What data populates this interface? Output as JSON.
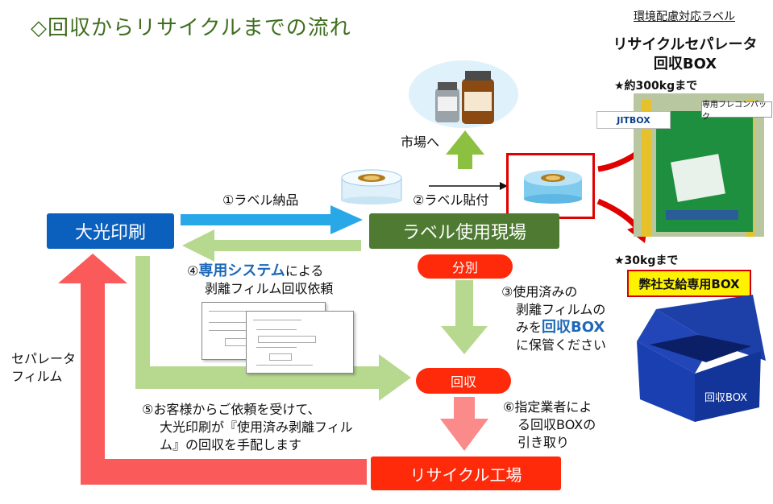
{
  "title": "◇回収からリサイクルまでの流れ",
  "topright": "環境配慮対応ラベル",
  "separator_title": "リサイクルセパレータ\n回収BOX",
  "stars": {
    "large": "★約300kgまで",
    "small": "★30kgまで"
  },
  "photo_labels": {
    "jitbox": "JITBOX",
    "flecon": "専用フレコンバック"
  },
  "box_label": "弊社支給専用BOX",
  "nodes": {
    "printer": "大光印刷",
    "site": "ラベル使用現場",
    "sort": "分別",
    "collect": "回収",
    "factory": "リサイクル工場"
  },
  "labels": {
    "market": "市場へ",
    "delivery": "①ラベル納品",
    "affix": "②ラベル貼付",
    "step3": [
      "③使用済みの",
      "剥離フィルムの",
      "みを",
      "回収BOX",
      "に保管ください"
    ],
    "step4": [
      "④",
      "専用システム",
      "による",
      "剥離フィルム回収依頼"
    ],
    "step5": [
      "⑤お客様からご依頼を受けて、",
      "大光印刷が『使用済み剥離フィル",
      "ム』の回収を手配します"
    ],
    "step6": [
      "⑥指定業者によ",
      "る回収BOXの",
      "引き取り"
    ],
    "separator_film": [
      "セパレータ",
      "フィルム"
    ]
  },
  "colors": {
    "blue": "#0b5fbd",
    "green": "#4e7a32",
    "red": "#ff2a0a",
    "light_green": "#b7d88f",
    "arrow_blue": "#29a8e8",
    "arrow_red": "#fb5a5a"
  }
}
